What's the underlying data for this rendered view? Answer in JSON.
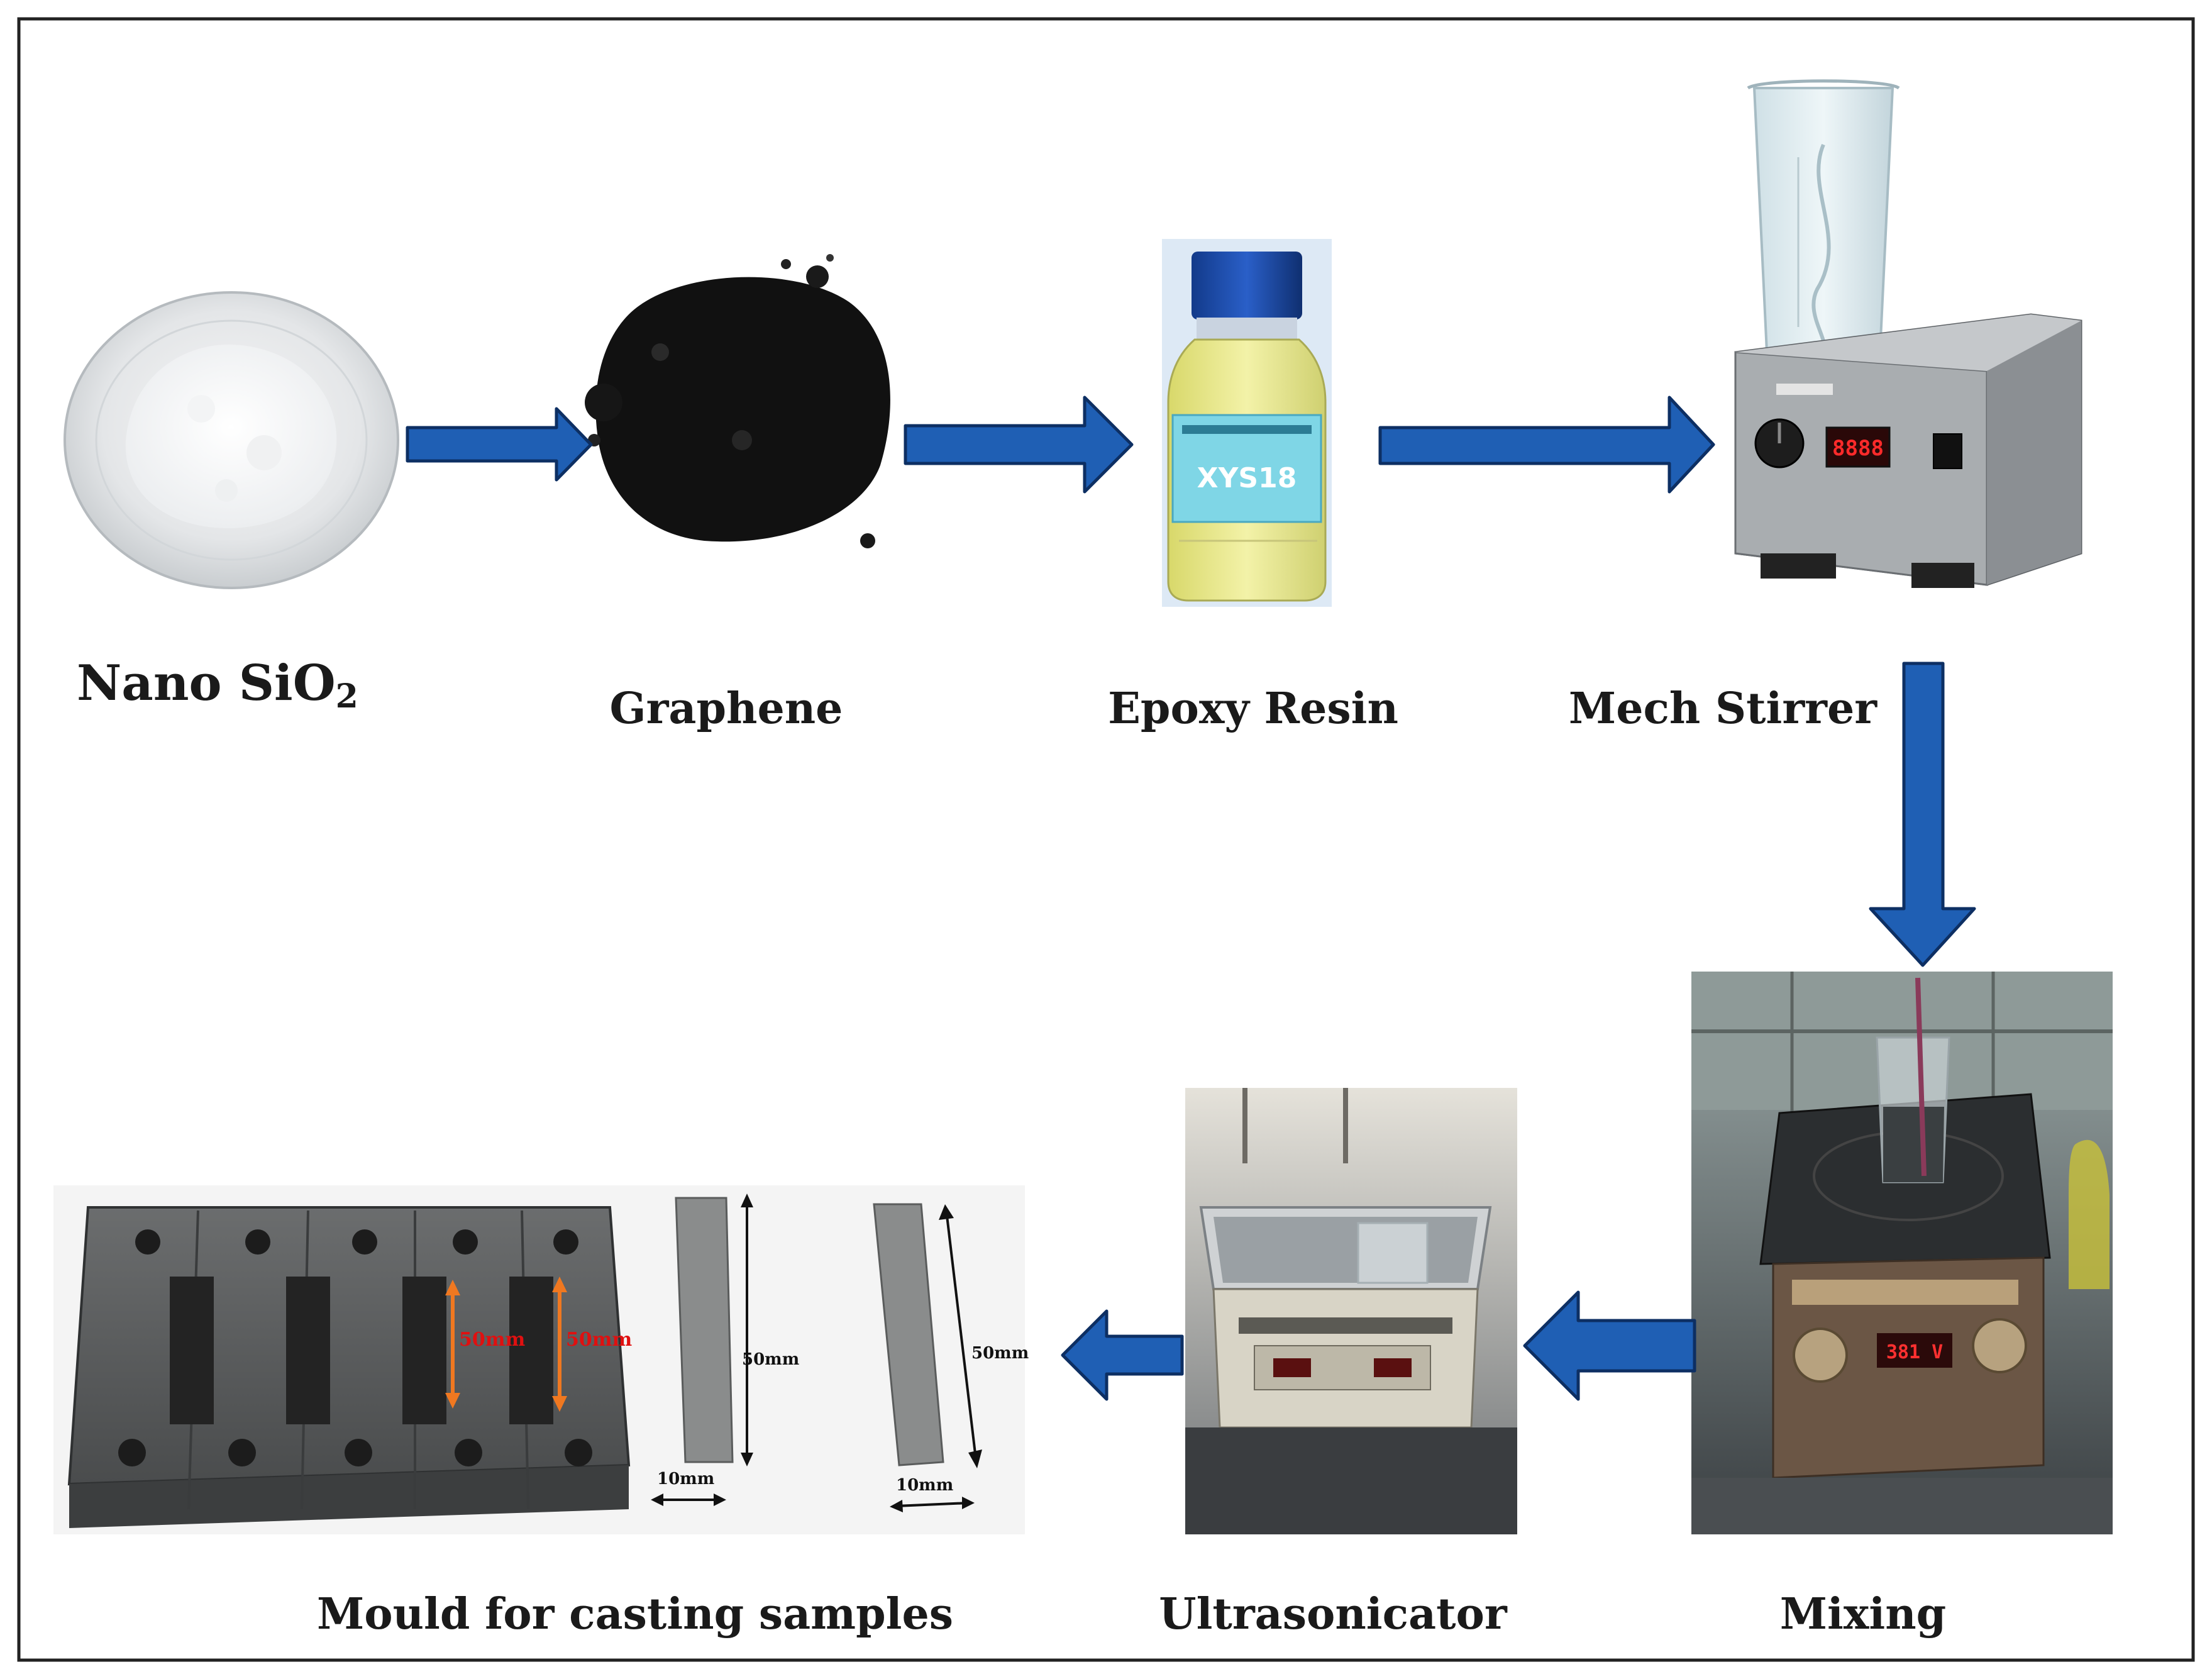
{
  "steps": {
    "nano_sio2": {
      "label": "Nano SiO",
      "subscript": "2"
    },
    "graphene": {
      "label": "Graphene"
    },
    "epoxy_resin": {
      "label": "Epoxy Resin",
      "bottle_text": "XYS18"
    },
    "mech_stirrer": {
      "label": "Mech Stirrer",
      "display": "8888"
    },
    "mixing": {
      "label": "Mixing",
      "display": "381 V"
    },
    "ultrasonicator": {
      "label": "Ultrasonicator"
    },
    "mould": {
      "label": "Mould for casting samples",
      "dims": {
        "length_a": "50mm",
        "length_b": "50mm",
        "sample_length_1": "50mm",
        "sample_width_1": "10mm",
        "sample_length_2": "50mm",
        "sample_width_2": "10mm"
      }
    }
  },
  "colors": {
    "arrow_fill": "#1f5fb4",
    "arrow_stroke": "#0d2f63",
    "dim_red": "#e01010",
    "dim_orange": "#f07820",
    "frame": "#222222"
  },
  "icons": [
    "arrow-right-icon",
    "arrow-down-icon",
    "arrow-left-icon"
  ]
}
